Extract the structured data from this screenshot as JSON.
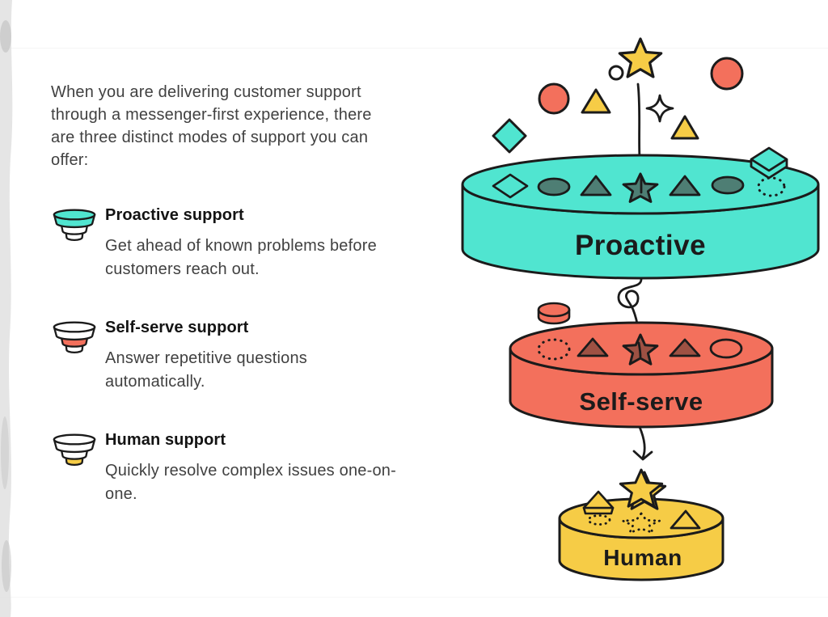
{
  "colors": {
    "teal": "#50E5D0",
    "teal_dark": "#4E7E74",
    "red": "#F3705C",
    "red_dark": "#9E5143",
    "yellow": "#F6CC46",
    "outline": "#1B1B1B",
    "body_text": "#414141",
    "heading_text": "#131313",
    "torn_edge": "#D8D8D8"
  },
  "intro": "When you are delivering customer support\nthrough a messenger-first experience, there\nare three distinct modes of support you can\noffer:",
  "items": [
    {
      "title": "Proactive support",
      "description": "Get ahead of known problems before\ncustomers reach out.",
      "icon": "proactive-funnel-icon",
      "icon_color": "#50E5D0"
    },
    {
      "title": "Self-serve support",
      "description": "Answer repetitive questions\nautomatically.",
      "icon": "self-serve-funnel-icon",
      "icon_color": "#F3705C"
    },
    {
      "title": "Human support",
      "description": "Quickly resolve complex issues one-on-\none.",
      "icon": "human-funnel-icon",
      "icon_color": "#F6CC46"
    }
  ],
  "illustration": {
    "discs": [
      {
        "label": "Proactive",
        "color": "#50E5D0"
      },
      {
        "label": "Self-serve",
        "color": "#F3705C"
      },
      {
        "label": "Human",
        "color": "#F6CC46"
      }
    ]
  }
}
